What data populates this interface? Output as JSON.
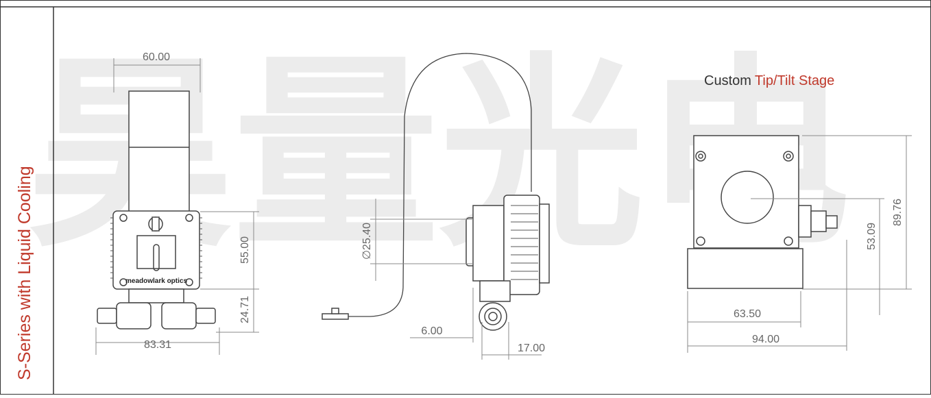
{
  "sidebar": {
    "title": "S-Series with Liquid Cooling"
  },
  "stage_caption": {
    "word1": "Custom",
    "word2": "Tip/Tilt Stage"
  },
  "watermark": {
    "text": "昊量光电"
  },
  "brand_label": "meadowlark optics",
  "dimensions": {
    "front_top_width": "60.00",
    "front_height": "55.00",
    "front_fitting_height": "24.71",
    "front_overall_width": "83.31",
    "side_aperture": "∅25.40",
    "side_offset": "6.00",
    "side_depth": "17.00",
    "stage_height": "89.76",
    "stage_center_height": "53.09",
    "stage_base_width": "63.50",
    "stage_overall_width": "94.00"
  },
  "colors": {
    "accent_red": "#c0392b",
    "line": "#555555",
    "dim_line": "#8a8a8a",
    "watermark": "#ececec"
  }
}
